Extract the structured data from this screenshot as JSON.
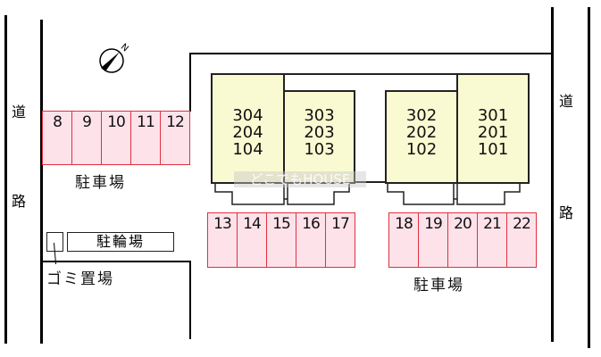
{
  "roads": {
    "left": [
      "道",
      "路"
    ],
    "right": [
      "道",
      "路"
    ]
  },
  "north_label": "N",
  "parking_top": {
    "spaces": [
      "8",
      "9",
      "10",
      "11",
      "12"
    ],
    "label": "駐車場"
  },
  "parking_bottom_left": {
    "spaces": [
      "13",
      "14",
      "15",
      "16",
      "17"
    ]
  },
  "parking_bottom_right": {
    "spaces": [
      "18",
      "19",
      "20",
      "21",
      "22"
    ],
    "label": "駐車場"
  },
  "buildings": [
    {
      "units": [
        "304",
        "204",
        "104"
      ]
    },
    {
      "units": [
        "303",
        "203",
        "103"
      ]
    },
    {
      "units": [
        "302",
        "202",
        "102"
      ]
    },
    {
      "units": [
        "301",
        "201",
        "101"
      ]
    }
  ],
  "bicycle_parking": "駐輪場",
  "garbage_area": "ゴミ置場",
  "watermark": "どこでもHOUSE",
  "colors": {
    "parking_fill": "#fde2ea",
    "parking_border": "#e03040",
    "building_fill": "#fafad2"
  }
}
